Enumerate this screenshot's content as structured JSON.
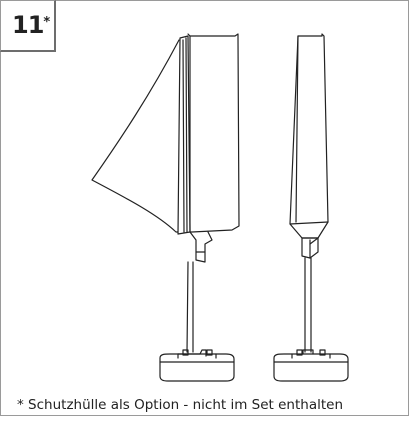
{
  "step": {
    "number": "11",
    "marker": "*"
  },
  "footnote": {
    "text": "* Schutzhülle als Option - nicht im Set enthalten"
  },
  "illustration": {
    "left_figure": "umbrella-cover-being-pulled-on",
    "right_figure": "umbrella-fully-covered"
  }
}
